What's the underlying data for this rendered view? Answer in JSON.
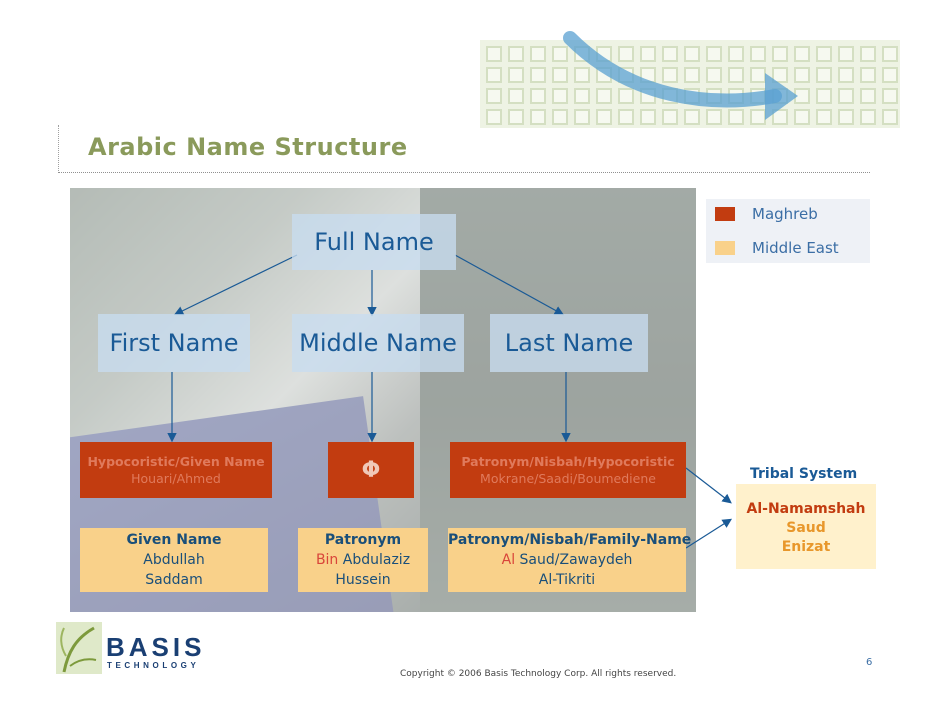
{
  "slide": {
    "title": "Arabic Name Structure",
    "page_number": "6",
    "copyright": "Copyright © 2006 Basis Technology Corp.  All rights reserved."
  },
  "legend": {
    "items": [
      {
        "label": "Maghreb",
        "color": "#c23c10"
      },
      {
        "label": "Middle East",
        "color": "#f9d18a"
      }
    ]
  },
  "tree": {
    "root": "Full Name",
    "first": "First Name",
    "middle": "Middle Name",
    "last": "Last Name"
  },
  "maghreb": {
    "first_title": "Hypocoristic/Given Name",
    "first_example": "Houari/Ahmed",
    "middle_symbol": "Φ",
    "last_title": "Patronym/Nisbah/Hypocoristic",
    "last_example": "Mokrane/Saadi/Boumediene"
  },
  "middle_east": {
    "first_title": "Given Name",
    "first_ex1": "Abdullah",
    "first_ex2": "Saddam",
    "middle_title": "Patronym",
    "middle_prefix": "Bin",
    "middle_ex1_rest": "Abdulaziz",
    "middle_ex2": "Hussein",
    "last_title": "Patronym/Nisbah/Family-Name",
    "last_prefix": "Al",
    "last_ex1_rest": "Saud/Zawaydeh",
    "last_ex2": "Al-Tikriti"
  },
  "tribal": {
    "heading": "Tribal System",
    "line1": "Al-Namamshah",
    "line2": "Saud",
    "line3": "Enizat"
  },
  "logo": {
    "name": "BASIS",
    "sub": "TECHNOLOGY"
  },
  "colors": {
    "title": "#8a9a5b",
    "label_blue": "#1a5a96",
    "maghreb": "#c23c10",
    "middle_east": "#f9d18a",
    "prefix_red": "#d9453a",
    "tribal_red": "#c23c10",
    "tribal_orange": "#e8972b"
  }
}
